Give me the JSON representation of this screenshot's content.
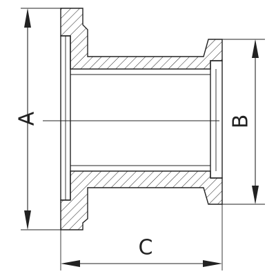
{
  "diagram": {
    "dimension_labels": {
      "a": "A",
      "b": "B",
      "c": "C"
    }
  },
  "colors": {
    "line": "#222222",
    "background": "#ffffff"
  }
}
